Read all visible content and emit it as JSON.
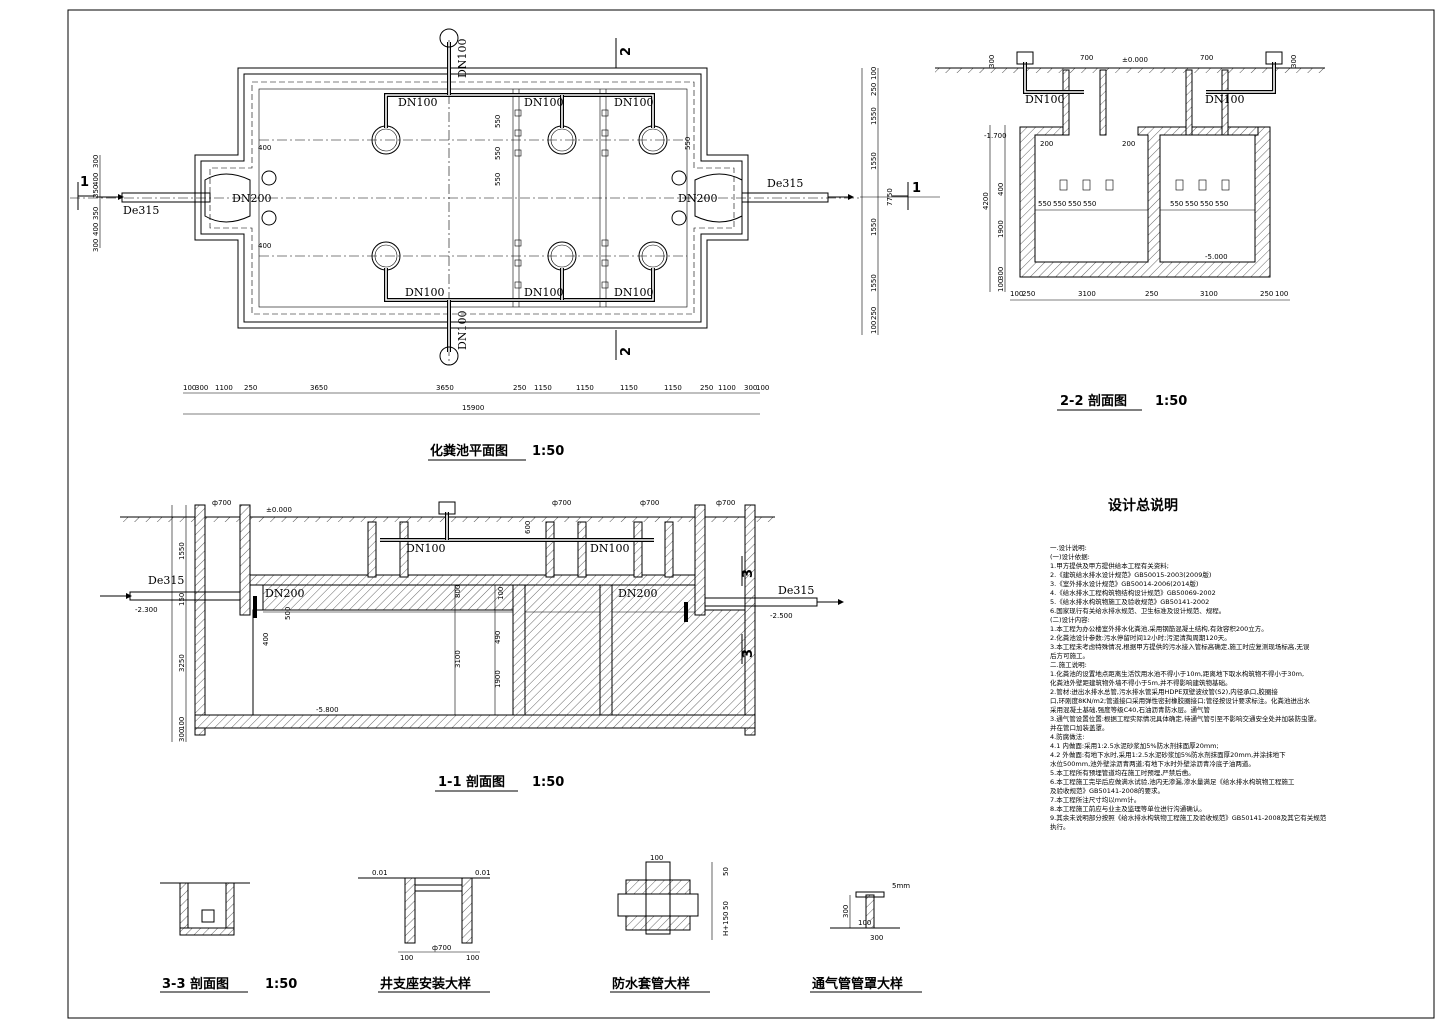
{
  "plan": {
    "title": "化粪池平面图",
    "scale": "1:50",
    "pipes": {
      "dn100": "DN100",
      "dn200": "DN200",
      "de315": "De315"
    },
    "section_mark_1": "1",
    "section_mark_2": "2",
    "overall_width": "15900",
    "bottom_dims": [
      "100",
      "300",
      "1100",
      "250",
      "3650",
      "3650",
      "250",
      "1150",
      "1150",
      "1150",
      "1150",
      "250",
      "1100",
      "300",
      "100"
    ],
    "right_dims": [
      "100",
      "250",
      "1550",
      "1550",
      "7750",
      "1550",
      "1550",
      "250",
      "100"
    ],
    "left_dims": [
      "300",
      "400",
      "350",
      "350",
      "400",
      "300"
    ],
    "inner_dims": [
      "400",
      "400",
      "550",
      "550",
      "550",
      "550"
    ]
  },
  "section22": {
    "title": "2-2 剖面图",
    "scale": "1:50",
    "pipes": {
      "dn100": "DN100"
    },
    "dims_top": [
      "700",
      "700",
      "300",
      "300"
    ],
    "elev_top": "±0.000",
    "elev_mid": "-1.700",
    "elev_bot": "-5.000",
    "bottom_dims": [
      "100",
      "250",
      "3100",
      "250",
      "3100",
      "250",
      "100"
    ],
    "left_dims": [
      "4200",
      "400",
      "1900",
      "300",
      "100"
    ],
    "inner_dims": [
      "200",
      "200",
      "550",
      "550",
      "550",
      "550",
      "550",
      "550",
      "550",
      "550"
    ]
  },
  "section11": {
    "title": "1-1 剖面图",
    "scale": "1:50",
    "pipes": {
      "dn100": "DN100",
      "dn200": "DN200",
      "de315": "De315"
    },
    "shaft_dims": [
      "ф700",
      "ф700",
      "ф700",
      "ф700"
    ],
    "elev_top": "±0.000",
    "elev_in": "-2.300",
    "elev_out": "-2.500",
    "elev_bot": "-5.800",
    "section_mark_3": "3",
    "left_dims": [
      "1550",
      "150",
      "3250",
      "100",
      "300"
    ],
    "inner_dims": [
      "800",
      "3100",
      "1900",
      "490",
      "600",
      "100",
      "500",
      "400"
    ]
  },
  "details": [
    {
      "title": "3-3 剖面图",
      "scale": "1:50"
    },
    {
      "title": "井支座安装大样",
      "scale": "",
      "dims": [
        "0.01",
        "0.01",
        "ф700",
        "100",
        "100"
      ]
    },
    {
      "title": "防水套管大样",
      "scale": "",
      "dims": [
        "100",
        "50",
        "50",
        "H+150"
      ]
    },
    {
      "title": "通气管管罩大样",
      "scale": "",
      "dims": [
        "300",
        "100",
        "300",
        "5mm"
      ]
    }
  ],
  "notes": {
    "title": "设计总说明",
    "lines": [
      "一.设计说明:",
      "(一)设计依据:",
      "1.甲方提供及甲方提供给本工程有关资料;",
      "2.《建筑给水排水设计规范》GB50015-2003(2009版)",
      "3.《室外排水设计规范》GB50014-2006(2014版)",
      "4.《给水排水工程构筑物结构设计规范》GB50069-2002",
      "5.《给水排水构筑物施工及验收规范》GB50141-2002",
      "6.国家现行有关给水排水规范、卫生标准及设计规范、规程。",
      "(二)设计内容:",
      "1.本工程为办公楼室外排水化粪池,采用钢筋混凝土结构,有效容积200立方。",
      "2.化粪池设计参数:污水停留时间12小时;污泥清掏周期120天。",
      "3.本工程未考虑特殊情况,根据甲方提供的污水接入管标高确定,施工时应复测现场标高,无误",
      "  后方可施工。",
      "二.施工说明:",
      "1.化粪池的设置地点距离生活饮用水池不得小于10m,距离地下取水构筑物不得小于30m,",
      "  化粪池外壁距建筑物外墙不得小于5m,并不得影响建筑物基础。",
      "2.管材:进出水排水总管,污水排水管采用HDPE双壁波纹管(S2),内径承口,胶圈接",
      "  口,环刚度8KN/m2;管道接口采用弹性密封橡胶圈接口;管径按设计要求标注。化粪池进出水",
      "  采用混凝土基础,强度等级C40,石油沥青防水层。通气管",
      "3.通气管设置位置:根据工程实际情况具体确定,待通气管引至不影响交通安全处并加装防虫罩。",
      "  并在管口加装盖罩。",
      "4.防腐做法:",
      "4.1 内做面:采用1:2.5水泥砂浆加5%防水剂抹面厚20mm;",
      "4.2 外做面:有地下水时,采用1:2.5水泥砂浆加5%防水剂抹面厚20mm,并涂抹地下",
      "  水位500mm,池外壁涂沥青两道;有地下水时外壁涂沥青冷底子油两道。",
      "5.本工程所有预埋管道均在施工时预埋,严禁后凿。",
      "6.本工程施工完毕后应做满水试验,池内无渗漏,渗水量满足《给水排水构筑物工程施工",
      "  及验收规范》GB50141-2008的要求。",
      "7.本工程所注尺寸均以mm计。",
      "8.本工程施工前应与业主及监理等单位进行沟通确认。",
      "9.其余未说明部分按照《给水排水构筑物工程施工及验收规范》GB50141-2008及其它有关规范",
      "  执行。"
    ]
  }
}
